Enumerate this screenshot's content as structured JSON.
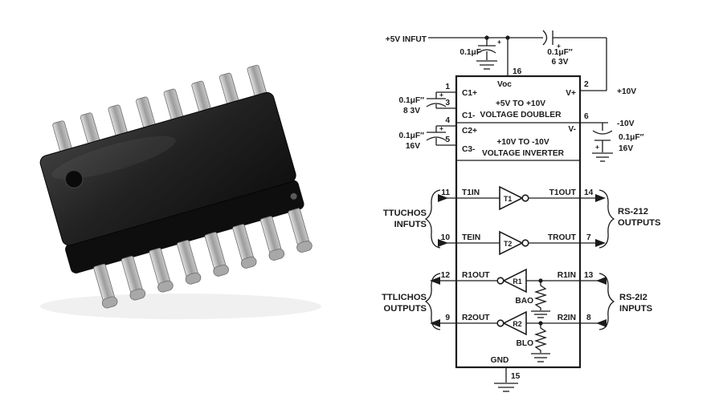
{
  "page": {
    "background": "#ffffff"
  },
  "colors": {
    "line": "#1b1b1b",
    "chip_body": "#1c1c1c",
    "chip_leads": "#b5b5b5"
  },
  "symbols": {
    "plus": "+"
  },
  "chip_photo": {
    "alt": "16-pin SOIC integrated circuit, black body, metal gull-wing leads, pin-1 dimple"
  },
  "schematic": {
    "power_rail": {
      "input_label": "+5V INFUT",
      "bypass_cap_value": "0.1μF",
      "pin16": "16",
      "series_cap_value": "0.1μF″",
      "series_cap_voltage": "6 3V",
      "pin2": "2",
      "vplus_out": "+10V"
    },
    "left_caps": {
      "pin1": "1",
      "pin3": "3",
      "pin4": "4",
      "pin5": "5",
      "cap1_value": "0.1μF″",
      "cap1_voltage": "8 3V",
      "cap2_value": "0.1μF″",
      "cap2_voltage": "16V"
    },
    "right_rail": {
      "pin6": "6",
      "vminus_out": "-10V",
      "cap_value": "0.1μF″",
      "cap_voltage": "16V"
    },
    "ic": {
      "vcc": "Voc",
      "c1p": "C1+",
      "c1m": "C1-",
      "c2p": "C2+",
      "c2m": "C3-",
      "vp": "V+",
      "vm": "V-",
      "doubler1": "+5V TO +10V",
      "doubler2": "VOLTAGE DOUBLER",
      "inverter1": "+10V TO -10V",
      "inverter2": "VOLTAGE INVERTER",
      "t1in": "T1IN",
      "t1": "T1",
      "t1out": "T1OUT",
      "t2in": "TEIN",
      "t2": "T2",
      "t2out": "TROUT",
      "r1out": "R1OUT",
      "r1": "R1",
      "r1in": "R1IN",
      "r2out": "R2OUT",
      "r2": "R2",
      "r2in": "R2IN",
      "res1": "BAO",
      "res2": "BLO",
      "gnd": "GND"
    },
    "pins_mid": {
      "p11": "11",
      "p10": "10",
      "p14": "14",
      "p7": "7",
      "p12": "12",
      "p9": "9",
      "p13": "13",
      "p8": "8",
      "p15": "15"
    },
    "groups": {
      "ttl_in_line1": "TTUCHOS",
      "ttl_in_line2": "INFUTS",
      "rs_out_line1": "RS-212",
      "rs_out_line2": "OUTPUTS",
      "ttl_out_line1": "TTLICHOS",
      "ttl_out_line2": "OUTPUTS",
      "rs_in_line1": "RS-2I2",
      "rs_in_line2": "INPUTS"
    }
  }
}
